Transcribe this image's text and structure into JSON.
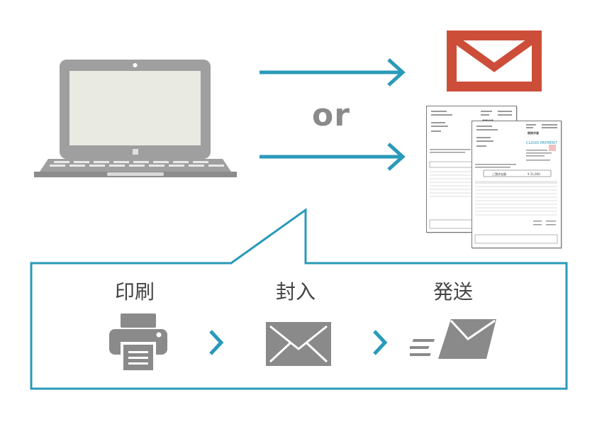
{
  "connector": {
    "label": "or"
  },
  "document_preview": {
    "back_title": "御請求書",
    "front_title": "御請求書",
    "brand_logo": "CLOUD PAYMENT",
    "total_label": "ご請求金額",
    "total_amount": "¥ 21,600"
  },
  "process_steps": [
    {
      "label": "印刷",
      "icon": "printer-icon"
    },
    {
      "label": "封入",
      "icon": "envelope-icon"
    },
    {
      "label": "発送",
      "icon": "sending-envelope-icon"
    }
  ],
  "colors": {
    "accent": "#2a9ab9",
    "mail": "#cc4e39",
    "icon_gray": "#8a8a8a",
    "laptop_body": "#9f9f9f",
    "screen": "#e9ebe3"
  }
}
